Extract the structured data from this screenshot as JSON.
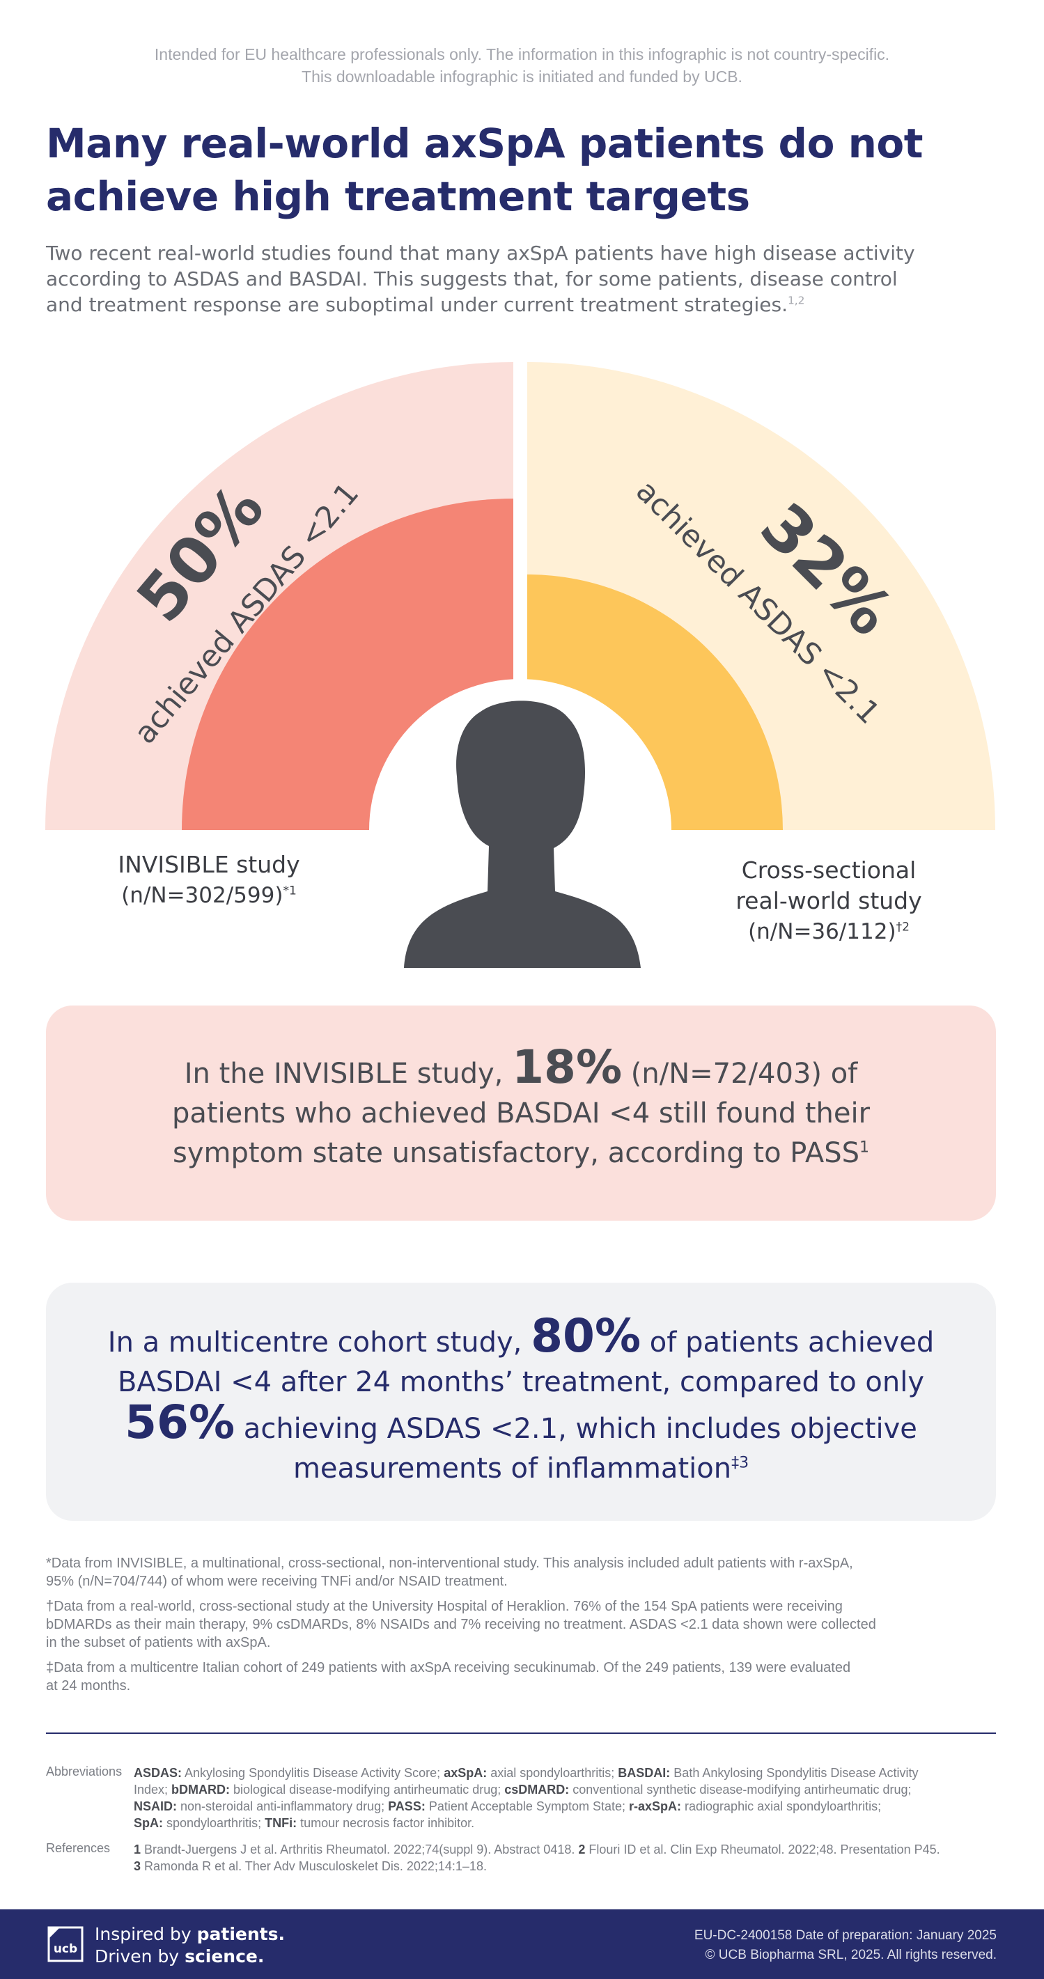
{
  "disclaimer": {
    "line1": "Intended for EU healthcare professionals only. The information in this infographic is not country-specific.",
    "line2": "This downloadable infographic is initiated and funded by UCB."
  },
  "header": {
    "title_line1": "Many real-world axSpA patients do not",
    "title_line2": "achieve high treatment targets",
    "intro_line1": "Two recent real-world studies found that many axSpA patients have high disease activity",
    "intro_line2": "according to ASDAS and BASDAI. This suggests that, for some patients, disease control",
    "intro_line3": "and treatment response are suboptimal under current treatment strategies.",
    "intro_refs": "1,2"
  },
  "graphic": {
    "colors": {
      "left_light": "#fbdfda",
      "left_fill": "#f48575",
      "right_light": "#fff0d6",
      "right_fill": "#fdc65a",
      "person": "#4a4c52"
    },
    "left": {
      "value": 50,
      "pct": "50%",
      "caption": "achieved ASDAS <2.1"
    },
    "right": {
      "value": 32,
      "pct": "32%",
      "caption": "achieved ASDAS <2.1"
    },
    "person_icon": "person-silhouette-icon"
  },
  "studies": {
    "left_name": "INVISIBLE study",
    "left_n": "(n/N=302/599)",
    "left_sup": "*1",
    "right_name1": "Cross-sectional",
    "right_name2": "real-world study",
    "right_n": "(n/N=36/112)",
    "right_sup": "†2"
  },
  "box1": {
    "pre": "In the INVISIBLE study, ",
    "big": "18%",
    "post": " (n/N=72/403) of",
    "line2": "patients who achieved BASDAI <4 still found their",
    "line3": "symptom state unsatisfactory, according to PASS",
    "sup": "1"
  },
  "box2": {
    "pre": "In a multicentre cohort study, ",
    "big1": "80%",
    "post1": " of patients achieved",
    "line2": "BASDAI <4 after 24 months’ treatment, compared to only",
    "big2": "56%",
    "post2": " achieving ASDAS <2.1, which includes objective",
    "line4": "measurements of inflammation",
    "sup": "‡3"
  },
  "footnotes": {
    "f1_line1": "*Data from INVISIBLE, a multinational, cross-sectional, non-interventional study. This analysis included adult patients with r-axSpA,",
    "f1_line2": "95% (n/N=704/744) of whom were receiving TNFi and/or NSAID treatment.",
    "f2_line1": "†Data from a real-world, cross-sectional study at the University Hospital of Heraklion. 76% of the 154 SpA patients were receiving",
    "f2_line2": "bDMARDs as their main therapy, 9% csDMARDs, 8% NSAIDs and 7% receiving no treatment. ASDAS <2.1 data shown were collected",
    "f2_line3": "in the subset of patients with axSpA.",
    "f3_line1": "‡Data from a multicentre Italian cohort of 249 patients with axSpA receiving secukinumab. Of the 249 patients, 139 were evaluated",
    "f3_line2": "at 24 months."
  },
  "abbreviations": {
    "label": "Abbreviations",
    "t1": "ASDAS:",
    "d1": " Ankylosing Spondylitis Disease Activity Score; ",
    "t2": "axSpA:",
    "d2": " axial spondyloarthritis; ",
    "t3": "BASDAI:",
    "d3": " Bath Ankylosing Spondylitis Disease Activity",
    "d3b": "Index; ",
    "t4": "bDMARD:",
    "d4": " biological disease-modifying antirheumatic drug; ",
    "t5": "csDMARD:",
    "d5": " conventional synthetic disease-modifying antirheumatic drug;",
    "t6": "NSAID:",
    "d6": " non-steroidal anti-inflammatory drug; ",
    "t7": "PASS:",
    "d7": " Patient Acceptable Symptom State; ",
    "t8": "r-axSpA:",
    "d8": " radiographic axial spondyloarthritis;",
    "t9": "SpA:",
    "d9": " spondyloarthritis; ",
    "t10": "TNFi:",
    "d10": " tumour necrosis factor inhibitor."
  },
  "references": {
    "label": "References",
    "n1": "1",
    "r1": " Brandt-Juergens J et al. Arthritis Rheumatol. 2022;74(suppl 9). Abstract 0418. ",
    "n2": "2",
    "r2": " Flouri ID et al. Clin Exp Rheumatol. 2022;48. Presentation P45.",
    "n3": "3",
    "r3": " Ramonda R et al. Ther Adv Musculoskelet Dis. 2022;14:1–18."
  },
  "footer": {
    "logo_icon": "ucb-logo-icon",
    "logo_text": "ucb",
    "tag1_pre": "Inspired by ",
    "tag1_bold": "patients.",
    "tag2_pre": "Driven by ",
    "tag2_bold": "science.",
    "code": "EU-DC-2400158 Date of preparation: January 2025",
    "copyright": "© UCB Biopharma SRL, 2025. All rights reserved."
  }
}
